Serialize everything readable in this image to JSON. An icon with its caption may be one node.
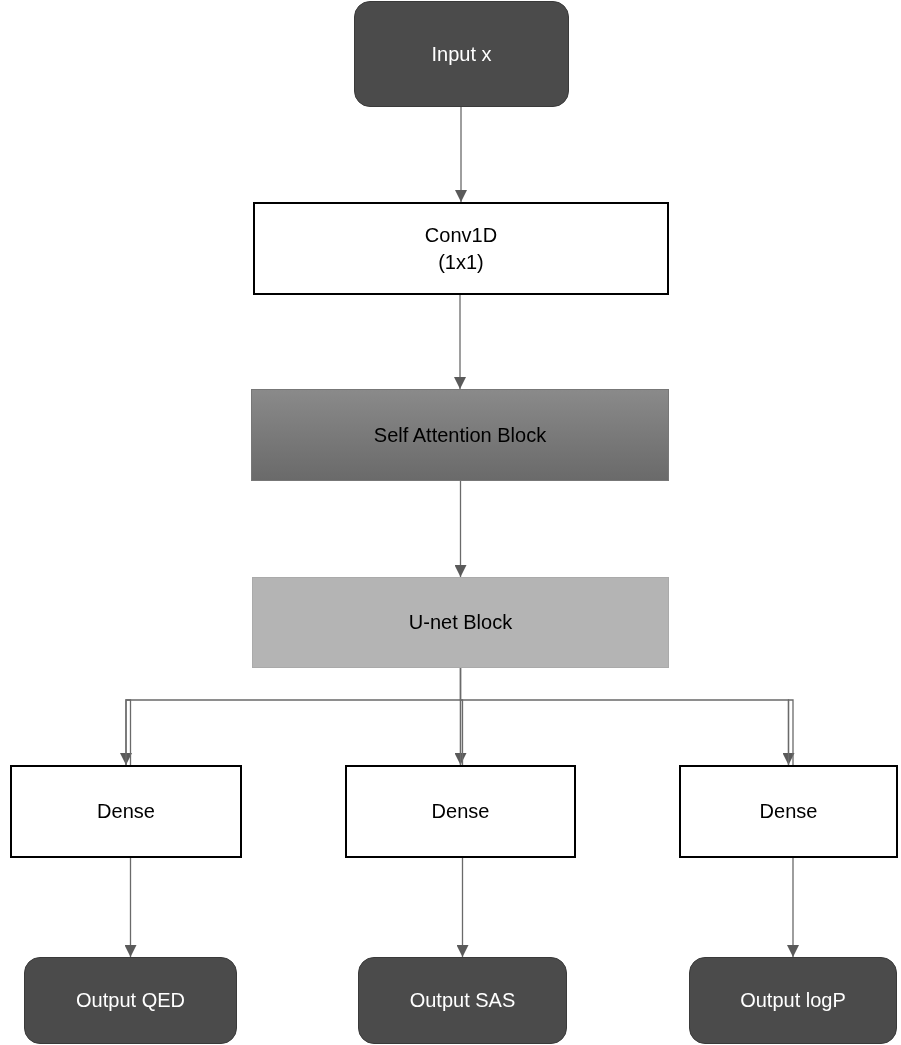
{
  "diagram": {
    "nodes": [
      {
        "text": [
          "Input x"
        ]
      },
      {
        "text": [
          "Conv1D (1x1)"
        ]
      },
      {
        "text": [
          "Self Attention Block"
        ]
      },
      {
        "text": [
          "U-net Block"
        ]
      },
      {
        "text": [
          "Dense"
        ]
      },
      {
        "text": [
          "Dense"
        ]
      },
      {
        "text": [
          "Dense"
        ]
      },
      {
        "text": [
          "Output QED"
        ]
      },
      {
        "text": [
          "Output SAS"
        ]
      },
      {
        "text": [
          "Output logP"
        ]
      }
    ],
    "edges": [
      {
        "from": 0,
        "to": 1,
        "arrow": "to"
      },
      {
        "from": 1,
        "to": 2,
        "arrow": "to"
      },
      {
        "from": 2,
        "to": 3,
        "arrow": "to"
      },
      {
        "from": 3,
        "to": 4,
        "arrow": "to"
      },
      {
        "from": 3,
        "to": 5,
        "arrow": "to"
      },
      {
        "from": 3,
        "to": 6,
        "arrow": "to"
      },
      {
        "from": 4,
        "to": 7,
        "arrow": "to"
      },
      {
        "from": 5,
        "to": 8,
        "arrow": "to"
      },
      {
        "from": 6,
        "to": 9,
        "arrow": "to"
      }
    ]
  }
}
